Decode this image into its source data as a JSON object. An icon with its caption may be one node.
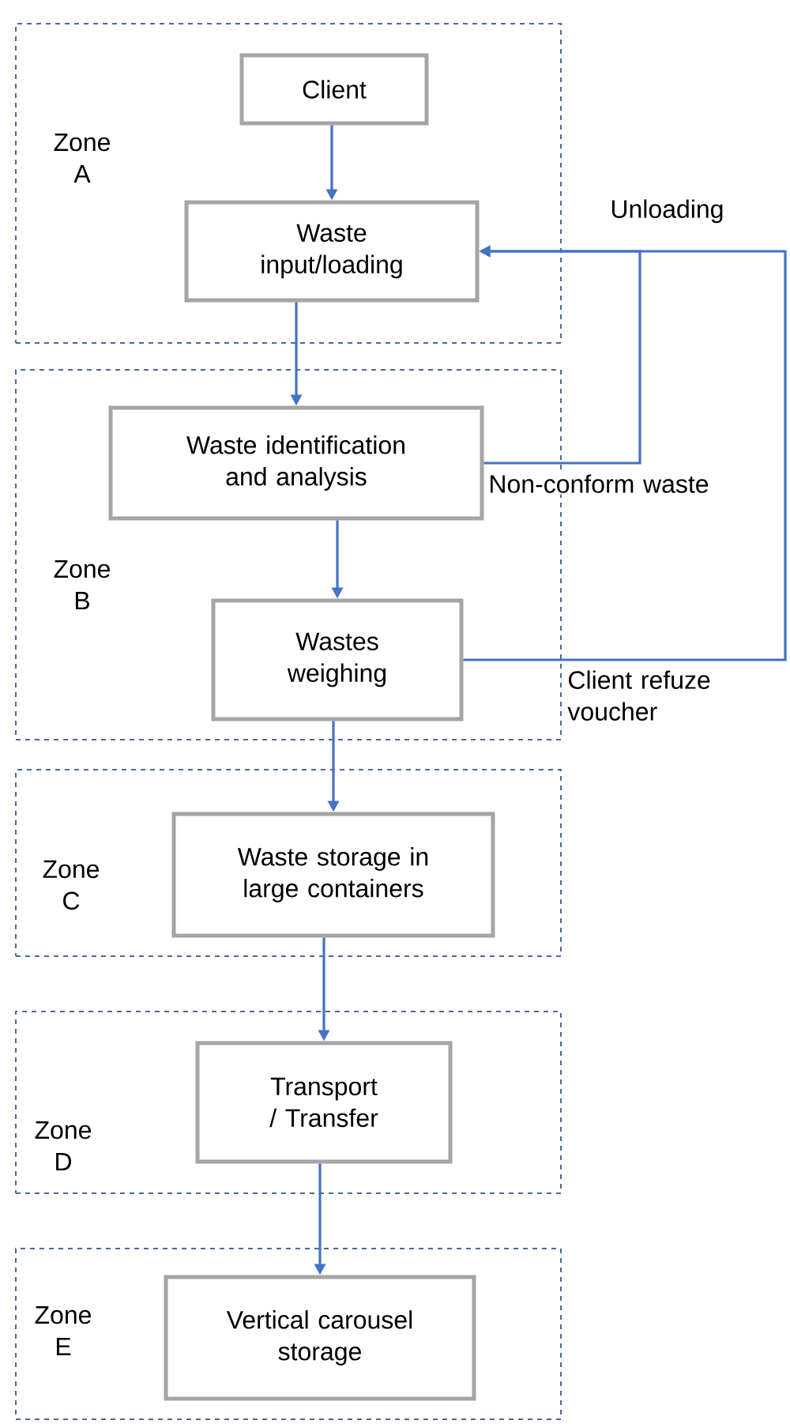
{
  "diagram": {
    "nodes": [
      {
        "text": [
          "Zone A"
        ]
      },
      {
        "text": [
          "Client"
        ],
        "in": 0
      },
      {
        "text": [
          "Waste input/loading"
        ],
        "in": 0
      },
      {
        "text": [
          "Zone B"
        ]
      },
      {
        "text": [
          "Waste identification and analysis"
        ],
        "in": 3
      },
      {
        "text": [
          "Wastes weighing"
        ],
        "in": 3
      },
      {
        "text": [
          "Zone C"
        ]
      },
      {
        "text": [
          "Waste storage in large containers"
        ],
        "in": 6
      },
      {
        "text": [
          "Zone D"
        ]
      },
      {
        "text": [
          "Transport / Transfer"
        ],
        "in": 8
      },
      {
        "text": [
          "Zone E"
        ]
      },
      {
        "text": [
          "Vertical carousel storage"
        ],
        "in": 10
      }
    ],
    "edges": [
      {
        "from": 1,
        "to": 2,
        "arrow": "to"
      },
      {
        "from": 2,
        "to": 4,
        "arrow": "to"
      },
      {
        "from": 4,
        "to": 5,
        "arrow": "to"
      },
      {
        "from": 5,
        "to": 7,
        "arrow": "to"
      },
      {
        "from": 7,
        "to": 9,
        "arrow": "to"
      },
      {
        "from": 9,
        "to": 11,
        "arrow": "to"
      },
      {
        "from": 4,
        "to": 2,
        "arrow": "to",
        "label": "Non-conform waste"
      },
      {
        "from": 5,
        "to": 2,
        "arrow": "to",
        "label": "Client refuze voucher"
      }
    ],
    "labels": [
      "Unloading"
    ]
  }
}
